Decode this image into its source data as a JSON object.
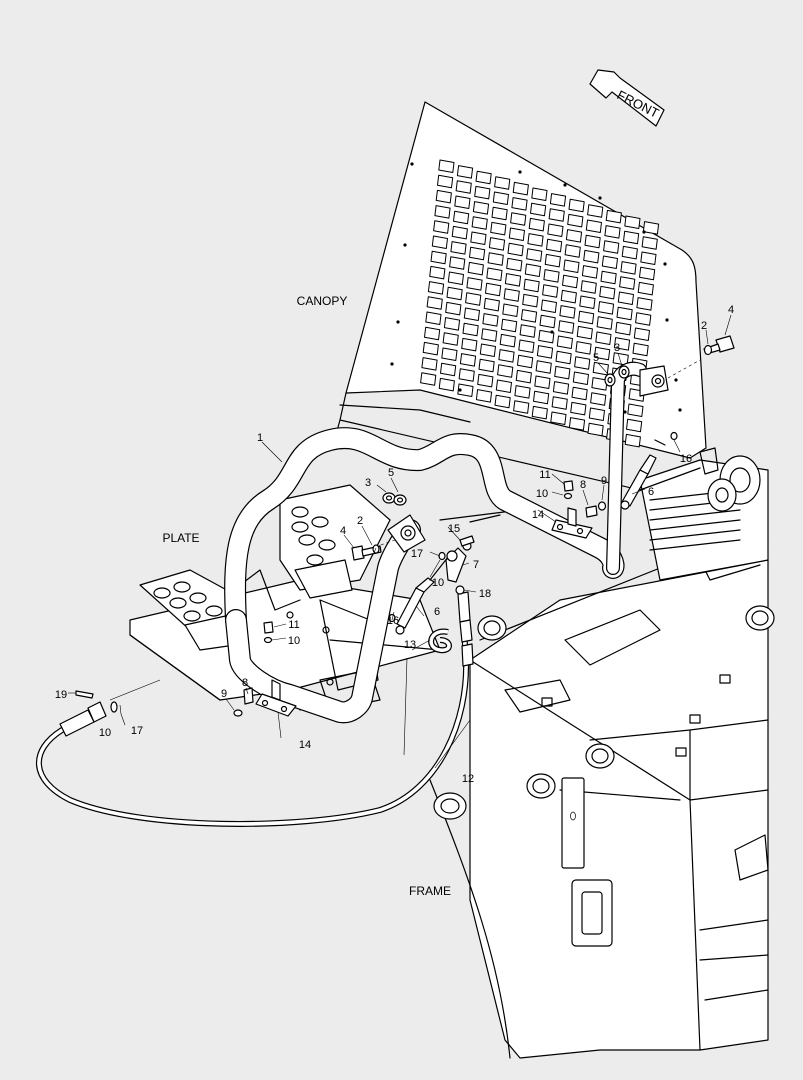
{
  "diagram": {
    "direction_label": "FRONT",
    "region_labels": {
      "canopy": "CANOPY",
      "plate": "PLATE",
      "frame": "FRAME"
    },
    "callouts": [
      {
        "id": "c1",
        "text": "1"
      },
      {
        "id": "c2a",
        "text": "2"
      },
      {
        "id": "c2b",
        "text": "2"
      },
      {
        "id": "c3a",
        "text": "3"
      },
      {
        "id": "c3b",
        "text": "3"
      },
      {
        "id": "c4a",
        "text": "4"
      },
      {
        "id": "c4b",
        "text": "4"
      },
      {
        "id": "c5a",
        "text": "5"
      },
      {
        "id": "c5b",
        "text": "5"
      },
      {
        "id": "c6a",
        "text": "6"
      },
      {
        "id": "c6b",
        "text": "6"
      },
      {
        "id": "c7",
        "text": "7"
      },
      {
        "id": "c8a",
        "text": "8"
      },
      {
        "id": "c8b",
        "text": "8"
      },
      {
        "id": "c9a",
        "text": "9"
      },
      {
        "id": "c9b",
        "text": "9"
      },
      {
        "id": "c10a",
        "text": "10"
      },
      {
        "id": "c10b",
        "text": "10"
      },
      {
        "id": "c10c",
        "text": "10"
      },
      {
        "id": "c10d",
        "text": "10"
      },
      {
        "id": "c11a",
        "text": "11"
      },
      {
        "id": "c11b",
        "text": "11"
      },
      {
        "id": "c12",
        "text": "12"
      },
      {
        "id": "c13",
        "text": "13"
      },
      {
        "id": "c14a",
        "text": "14"
      },
      {
        "id": "c14b",
        "text": "14"
      },
      {
        "id": "c15",
        "text": "15"
      },
      {
        "id": "c16a",
        "text": "16"
      },
      {
        "id": "c16b",
        "text": "16"
      },
      {
        "id": "c17a",
        "text": "17"
      },
      {
        "id": "c17b",
        "text": "17"
      },
      {
        "id": "c18",
        "text": "18"
      },
      {
        "id": "c19",
        "text": "19"
      }
    ]
  }
}
